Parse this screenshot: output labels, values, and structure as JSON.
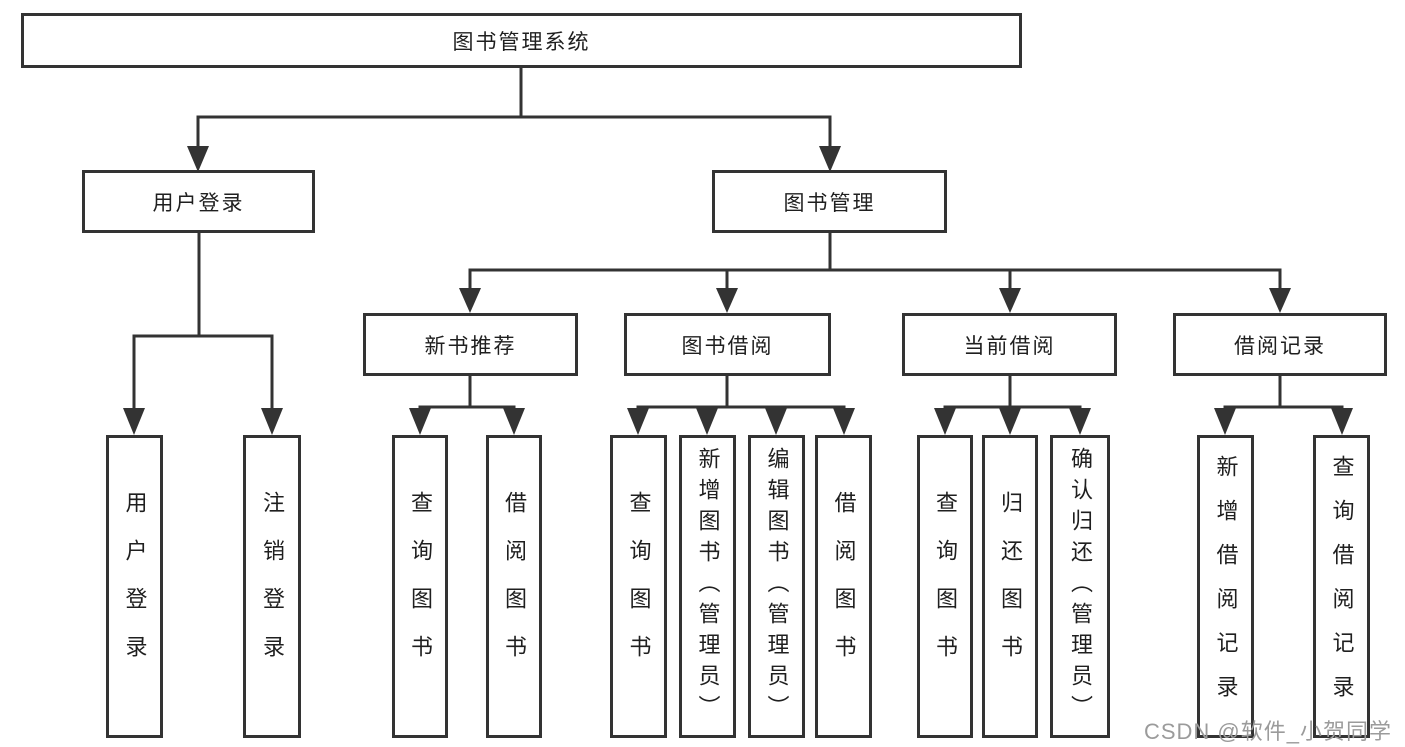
{
  "diagram": {
    "title": "图书管理系统",
    "level2": [
      {
        "label": "用户登录"
      },
      {
        "label": "图书管理"
      }
    ],
    "level3": [
      {
        "label": "新书推荐"
      },
      {
        "label": "图书借阅"
      },
      {
        "label": "当前借阅"
      },
      {
        "label": "借阅记录"
      }
    ],
    "leaves": {
      "login": [
        "用户登录",
        "注销登录"
      ],
      "new_books": [
        "查询图书",
        "借阅图书"
      ],
      "book_borrow": [
        "查询图书",
        "新增图书（管理员）",
        "编辑图书（管理员）",
        "借阅图书"
      ],
      "current_borrow": [
        "查询图书",
        "归还图书",
        "确认归还（管理员）"
      ],
      "borrow_records": [
        "新增借阅记录",
        "查询借阅记录"
      ]
    },
    "watermark": "CSDN @软件_小贺同学",
    "colors": {
      "line": "#333333",
      "text": "#1f1f1f",
      "watermark": "#9b9b9b",
      "background": "#ffffff"
    }
  }
}
